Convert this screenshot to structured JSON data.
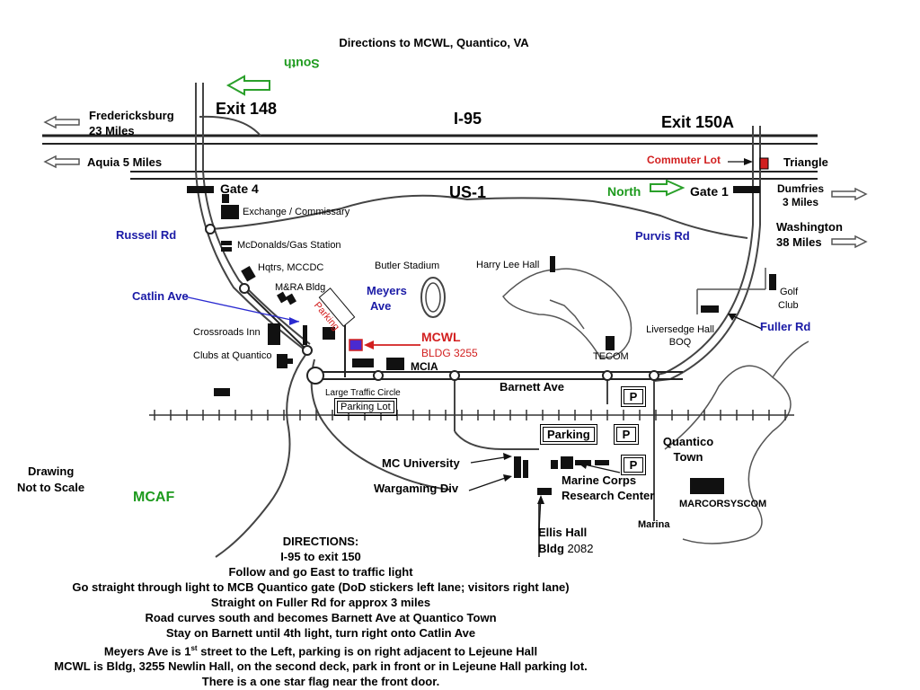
{
  "title": "Directions to MCWL, Quantico, VA",
  "south": "South",
  "exits": {
    "exit148": "Exit 148",
    "exit150a": "Exit 150A"
  },
  "roads": {
    "i95": "I-95",
    "us1": "US-1",
    "russell": "Russell Rd",
    "purvis": "Purvis Rd",
    "catlin": "Catlin Ave",
    "meyers": "Meyers Ave",
    "fuller": "Fuller Rd",
    "barnett": "Barnett Ave"
  },
  "destinations": {
    "fredericksburg": "Fredericksburg",
    "fredericksburg_miles": "23 Miles",
    "aquia": "Aquia  5 Miles",
    "dumfries": "Dumfries",
    "dumfries_miles": "3 Miles",
    "washington": "Washington",
    "washington_miles": "38 Miles",
    "triangle": "Triangle"
  },
  "labels": {
    "commuter_lot": "Commuter Lot",
    "north": "North",
    "gate1": "Gate 1",
    "gate4": "Gate 4",
    "exchange": "Exchange / Commissary",
    "mcdonalds": "McDonalds/Gas Station",
    "hqtrs": "Hqtrs, MCCDC",
    "mra": "M&RA Bldg",
    "butler": "Butler Stadium",
    "harry_lee": "Harry Lee Hall",
    "golf": "Golf",
    "club": "Club",
    "crossroads": "Crossroads Inn",
    "clubs": "Clubs at Quantico",
    "parking_diag": "Parking",
    "mcwl": "MCWL",
    "bldg": "BLDG 3255",
    "mcia": "MCIA",
    "liversedge": "Liversedge Hall",
    "boq": "BOQ",
    "tecom": "TECOM",
    "large_circle": "Large Traffic Circle",
    "parking_lot": "Parking Lot",
    "parking": "Parking",
    "p": "P",
    "quantico": "Quantico",
    "town": "Town",
    "mc_university": "MC University",
    "wargaming": "Wargaming Div",
    "mcrc1": "Marine Corps",
    "mcrc2": "Research Center",
    "marcorsyscom": "MARCORSYSCOM",
    "marina": "Marina",
    "ellis": "Ellis Hall",
    "ellis_bldg": "Bldg ",
    "ellis_num": "2082",
    "drawing": "Drawing",
    "not_to_scale": "Not to Scale",
    "mcaf": "MCAF"
  },
  "directions": {
    "heading": "DIRECTIONS:",
    "lines": [
      "I-95 to exit 150",
      "Follow  and go East to traffic light",
      "Go straight through light to MCB Quantico gate (DoD stickers left lane; visitors right lane)",
      "Straight on Fuller Rd for approx 3 miles",
      "Road curves south and becomes Barnett Ave at Quantico Town",
      "Stay on Barnett until 4th light, turn right onto Catlin Ave"
    ],
    "meyers_pre": "Meyers Ave is 1",
    "meyers_sup": "st",
    "meyers_post": " street to the Left, parking is on right adjacent to Lejeune Hall",
    "last_lines": [
      "MCWL is Bldg, 3255 Newlin Hall, on the second deck, park in front or in Lejeune Hall parking lot.",
      "There is a one star flag near the front door."
    ]
  },
  "colors": {
    "red": "#d21f1f",
    "blue": "#1a1aa6",
    "green": "#1d9a1d"
  }
}
